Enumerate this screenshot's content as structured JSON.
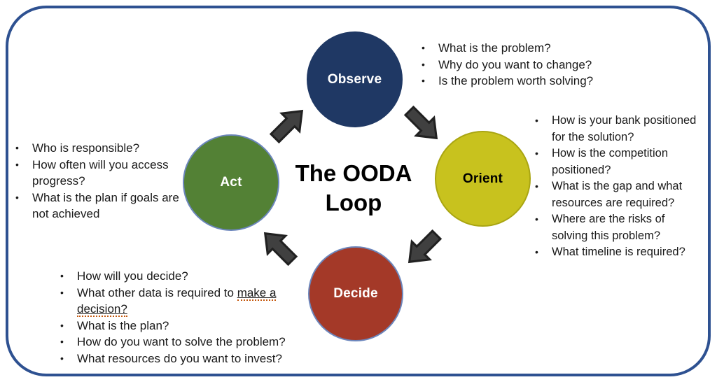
{
  "diagram": {
    "title": {
      "line1": "The OODA",
      "line2": "Loop"
    },
    "loop_order": [
      "Observe",
      "Orient",
      "Decide",
      "Act"
    ],
    "colors": {
      "frame_border": "#2E5191",
      "arrow_fill": "#404040",
      "arrow_outline": "#212121",
      "observe_circle": "#1F3864",
      "orient_circle": "#C8C21E",
      "decide_circle": "#A43928",
      "act_circle": "#538135"
    },
    "nodes": {
      "observe": {
        "label": "Observe",
        "color": "#1F3864",
        "text_color": "#FFFFFF"
      },
      "orient": {
        "label": "Orient",
        "color": "#C8C21E",
        "text_color": "#000000"
      },
      "decide": {
        "label": "Decide",
        "color": "#A43928",
        "text_color": "#FFFFFF"
      },
      "act": {
        "label": "Act",
        "color": "#538135",
        "text_color": "#FFFFFF"
      }
    },
    "arrows": [
      {
        "name": "act-to-observe",
        "direction": "up-right"
      },
      {
        "name": "observe-to-orient",
        "direction": "down-right"
      },
      {
        "name": "orient-to-decide",
        "direction": "down-left"
      },
      {
        "name": "decide-to-act",
        "direction": "up-left"
      }
    ],
    "lists": {
      "observe": {
        "items": [
          {
            "pre": "What is the problem?"
          },
          {
            "pre": "Why do you want to change?"
          },
          {
            "pre": "Is the problem worth solving?"
          }
        ]
      },
      "orient": {
        "items": [
          {
            "pre": "How is your bank positioned for the solution?"
          },
          {
            "pre": "How is the competition positioned?"
          },
          {
            "pre": "What is the gap and what resources are required?"
          },
          {
            "pre": "Where are the risks of solving this problem?"
          },
          {
            "pre": "What timeline is required?"
          }
        ]
      },
      "act": {
        "items": [
          {
            "pre": "Who is responsible?"
          },
          {
            "pre": "How often will you access progress?"
          },
          {
            "pre": "What is the plan if goals are not achieved"
          }
        ]
      },
      "decide": {
        "items": [
          {
            "pre": "How will you decide?"
          },
          {
            "pre": "What other data is required to ",
            "marked": "make a decision?"
          },
          {
            "pre": "What is the plan?"
          },
          {
            "pre": "How do you want to solve the problem?"
          },
          {
            "pre": "What resources do you want to invest?"
          }
        ]
      }
    }
  }
}
